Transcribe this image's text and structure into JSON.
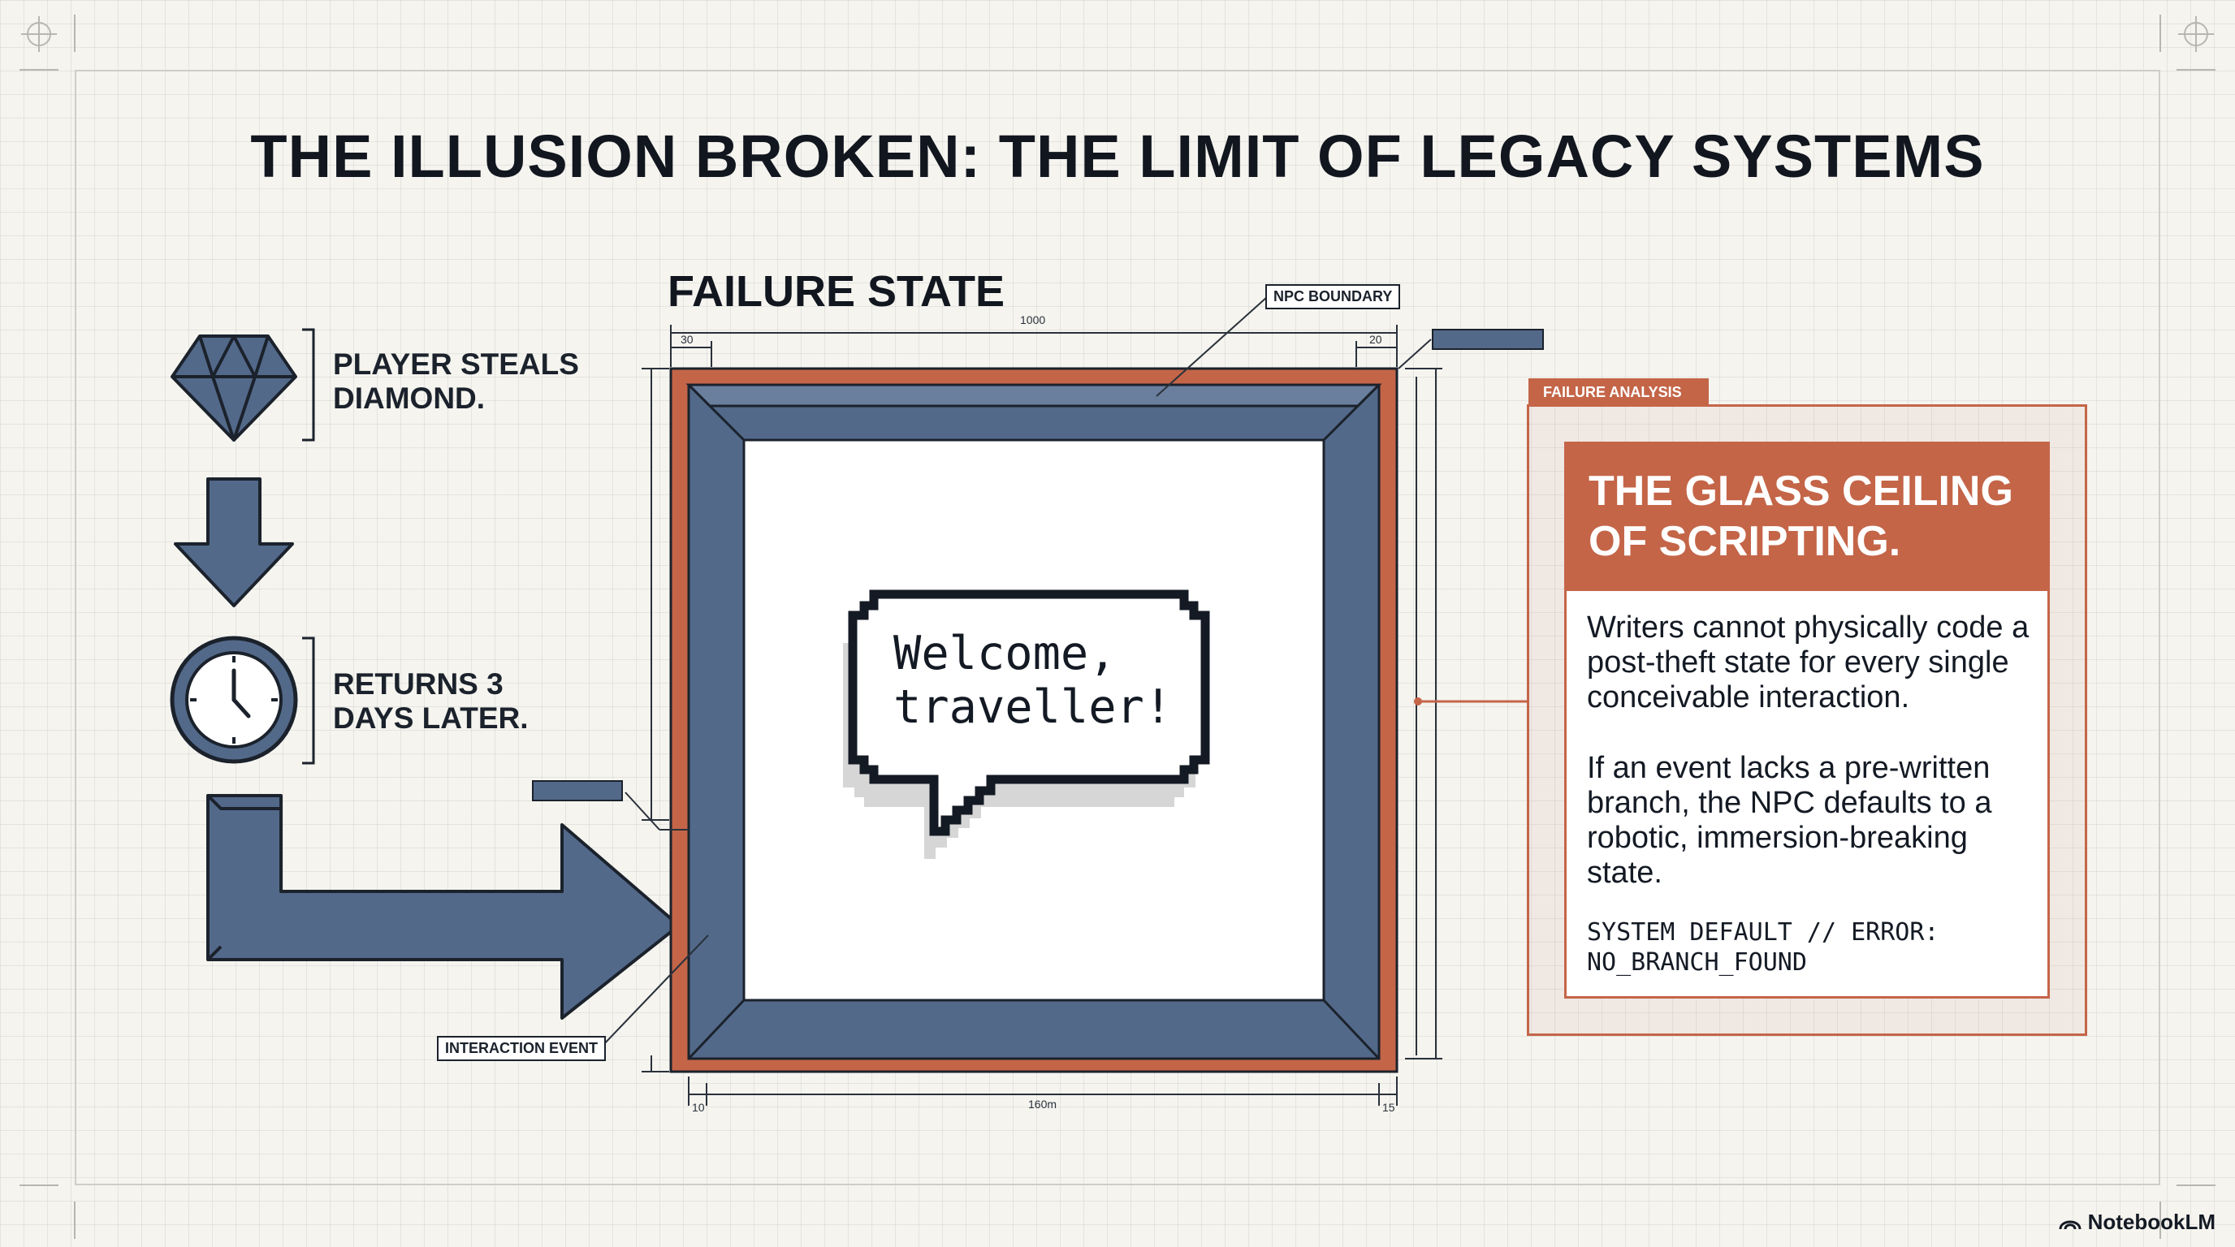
{
  "title": "THE ILLUSION BROKEN: THE LIMIT OF LEGACY SYSTEMS",
  "section_title": "FAILURE STATE",
  "steps": [
    {
      "icon": "diamond-icon",
      "label": "PLAYER STEALS\nDIAMOND."
    },
    {
      "icon": "clock-icon",
      "label": "RETURNS 3\nDAYS LATER."
    }
  ],
  "tags": {
    "npc_boundary": "NPC BOUNDARY",
    "interaction_event": "INTERACTION EVENT"
  },
  "dimensions": {
    "top_total": "1000",
    "top_left": "30",
    "top_right": "20",
    "bottom_total": "160m",
    "bottom_left": "10",
    "bottom_right": "15"
  },
  "speech_bubble": "Welcome,\ntraveller!",
  "panel": {
    "tab": "FAILURE ANALYSIS",
    "heading": "THE GLASS CEILING\nOF SCRIPTING.",
    "paragraph_1": "Writers cannot physically code a post-theft state for every single conceivable interaction.",
    "paragraph_2": "If an event lacks a pre-written branch, the NPC defaults to a robotic, immersion-breaking state.",
    "code": "SYSTEM DEFAULT // ERROR:\nNO_BRANCH_FOUND"
  },
  "brand": "NotebookLM",
  "colors": {
    "slate": "#53698a",
    "rust": "#c46548",
    "ink": "#141a24"
  }
}
